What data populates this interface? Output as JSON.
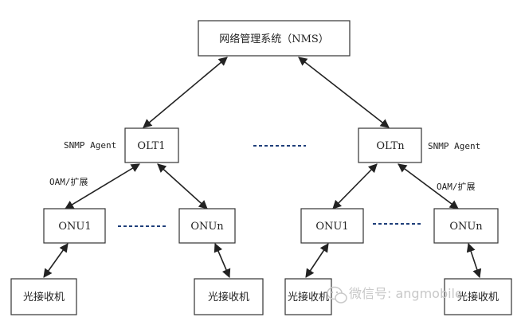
{
  "nodes": {
    "nms": "网络管理系统（NMS）",
    "olt1": "OLT1",
    "oltn": "OLTn",
    "onu1_left": "ONU1",
    "onun_left": "ONUn",
    "onu1_right": "ONU1",
    "onun_right": "ONUn",
    "rx1": "光接收机",
    "rx2": "光接收机",
    "rx3": "光接收机",
    "rx4": "光接收机"
  },
  "labels": {
    "snmp_left": "SNMP Agent",
    "snmp_right": "SNMP Agent",
    "oam_left": "OAM/扩展",
    "oam_right": "OAM/扩展"
  },
  "watermark": {
    "text": "微信号: angmobile"
  },
  "colors": {
    "box_border": "#333333",
    "arrow": "#222222",
    "dashes": "#1f3f7a",
    "watermark": "#c8c8c8"
  }
}
